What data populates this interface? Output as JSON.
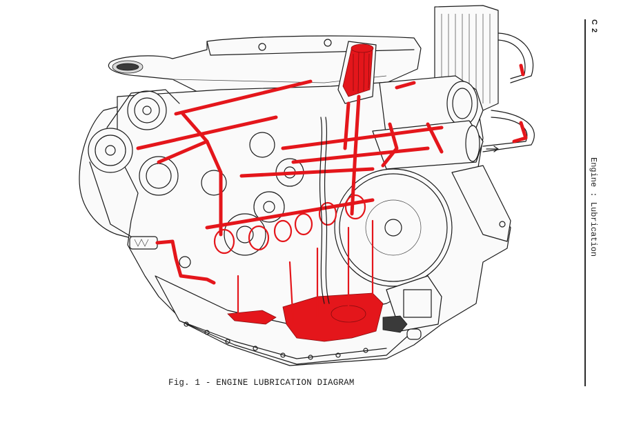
{
  "page": {
    "section_code": "C 2",
    "section_title": "Engine : Lubrication",
    "figure_caption": "Fig. 1 - ENGINE LUBRICATION DIAGRAM"
  },
  "illustration": {
    "subject": "engine-lubrication-cutaway",
    "oil_color": "#e4161b",
    "line_color": "#1a1a1a"
  }
}
